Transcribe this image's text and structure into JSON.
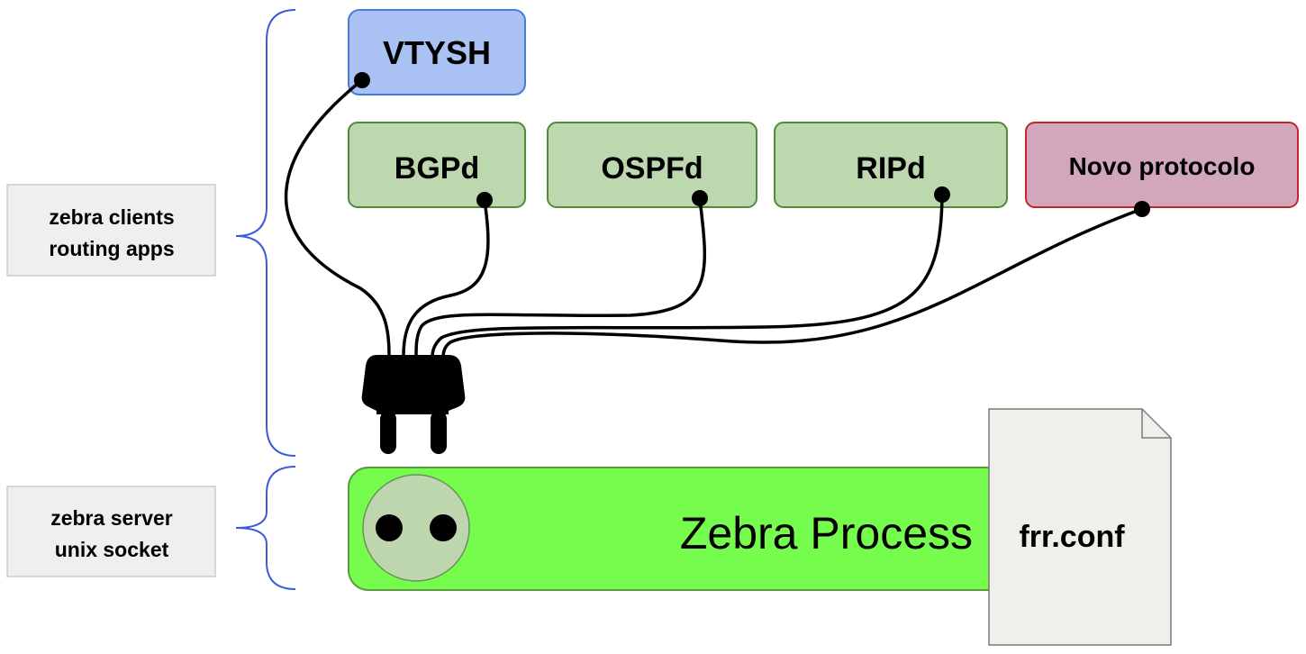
{
  "groups": {
    "clients": {
      "line1": "zebra clients",
      "line2": "routing apps"
    },
    "server": {
      "line1": "zebra server",
      "line2": "unix socket"
    }
  },
  "clients": {
    "vtysh": "VTYSH",
    "bgpd": "BGPd",
    "ospfd": "OSPFd",
    "ripd": "RIPd",
    "novo": "Novo protocolo"
  },
  "zebra": {
    "label": "Zebra Process"
  },
  "config": {
    "label": "frr.conf"
  },
  "colors": {
    "vtysh_fill": "#a9c2f3",
    "vtysh_border": "#4a7bd6",
    "daemon_fill": "#bdd8ae",
    "daemon_border": "#4f8a3a",
    "novo_fill": "#d3a7bb",
    "novo_border": "#c0272d",
    "zebra_fill": "#76fc4c",
    "zebra_border": "#5b9a40",
    "socket_fill": "#bdd6ae",
    "file_fill": "#f0efe9",
    "file_border": "#7a7a7a",
    "group_fill": "#efefef",
    "group_border": "#cccccc",
    "brace": "#3b5bdb"
  }
}
